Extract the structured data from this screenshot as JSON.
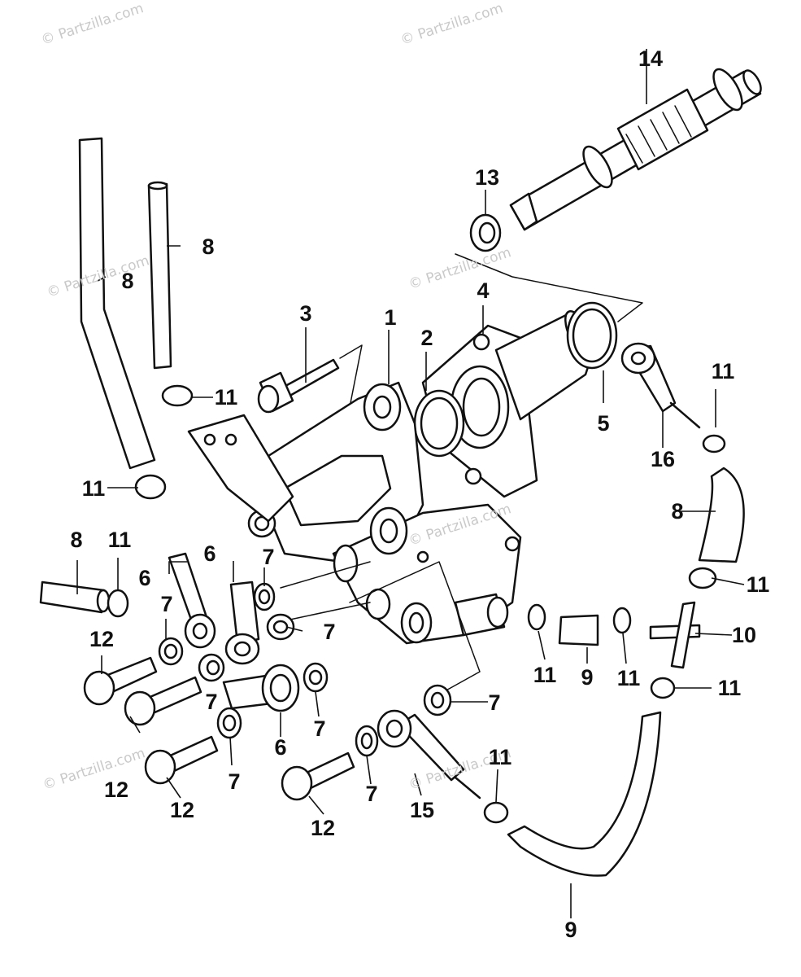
{
  "watermark": "© Partzilla.com",
  "callouts": {
    "c1": "1",
    "c2": "2",
    "c3": "3",
    "c4": "4",
    "c5": "5",
    "c6a": "6",
    "c6b": "6",
    "c6c": "6",
    "c7a": "7",
    "c7b": "7",
    "c7c": "7",
    "c7d": "7",
    "c7e": "7",
    "c7f": "7",
    "c7g": "7",
    "c7h": "7",
    "c8a": "8",
    "c8b": "8",
    "c8c": "8",
    "c8d": "8",
    "c9a": "9",
    "c9b": "9",
    "c10": "10",
    "c11a": "11",
    "c11b": "11",
    "c11c": "11",
    "c11d": "11",
    "c11e": "11",
    "c11f": "11",
    "c11g": "11",
    "c11h": "11",
    "c11i": "11",
    "c12a": "12",
    "c12b": "12",
    "c12c": "12",
    "c12d": "12",
    "c13": "13",
    "c14": "14",
    "c15": "15",
    "c16": "16"
  }
}
